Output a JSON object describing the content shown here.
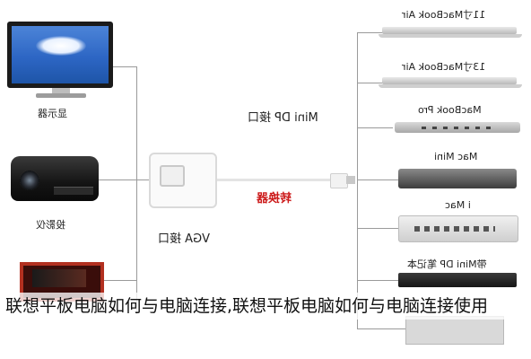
{
  "left_devices": {
    "monitor_label": "显示器",
    "projector_label": "投影仪"
  },
  "adapter": {
    "minidp_port_label": "Mini DP 接口",
    "vga_port_label": "VGA 接口",
    "converter_label": "转换器"
  },
  "right_devices": [
    {
      "label": "11寸MacBook Air"
    },
    {
      "label": "13寸MacBook Air"
    },
    {
      "label": "MacBook Pro"
    },
    {
      "label": "Mac  Mini"
    },
    {
      "label": "i Mac"
    },
    {
      "label": "带Mini DP 笔记本"
    }
  ],
  "caption": "联想平板电脑如何与电脑连接,联想平板电脑如何与电脑连接使用"
}
